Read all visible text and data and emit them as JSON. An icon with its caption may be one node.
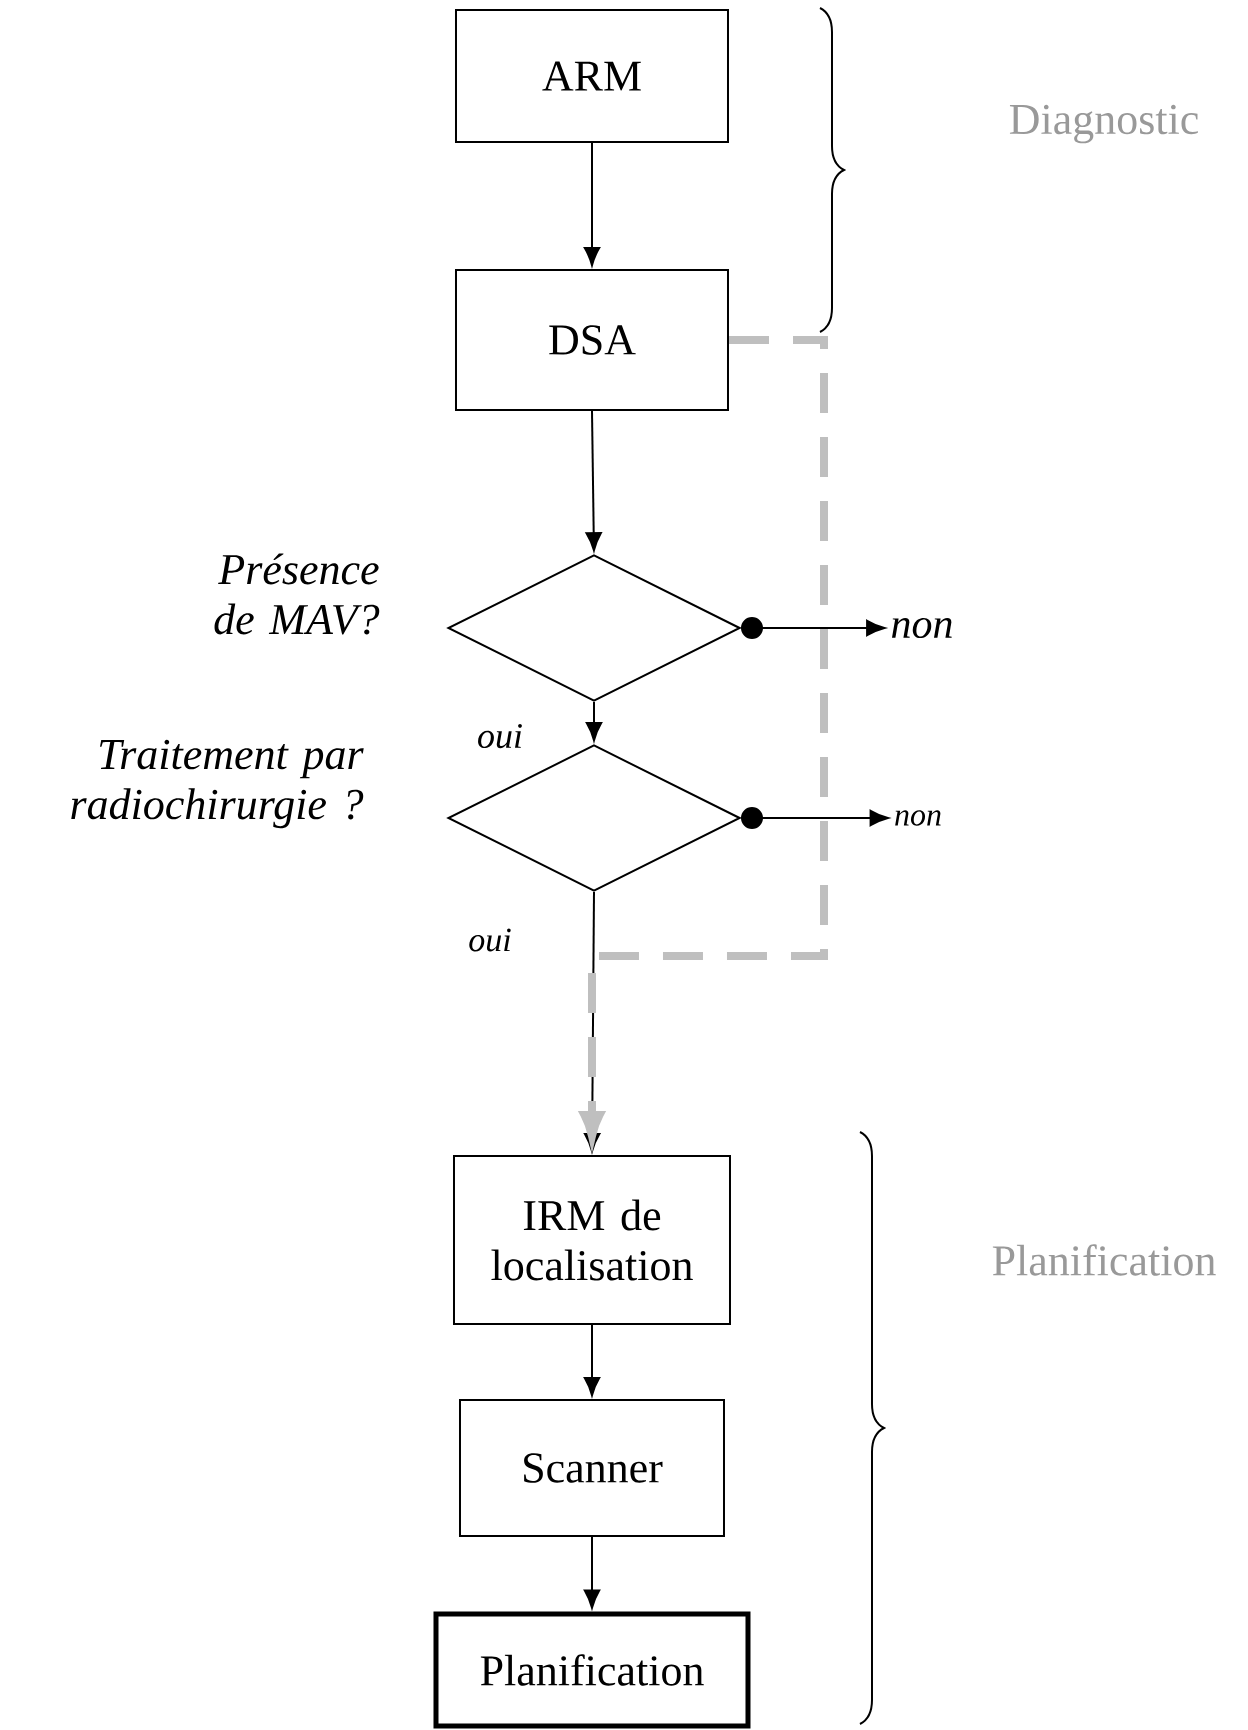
{
  "diagram": {
    "nodes": [
      {
        "text": [
          "ARM"
        ]
      },
      {
        "text": [
          "DSA"
        ]
      },
      {
        "text": [
          "Présence de MAV?"
        ]
      },
      {
        "text": [
          "Traitement par radiochirurgie ?"
        ]
      },
      {
        "text": [
          "non"
        ]
      },
      {
        "text": [
          "non"
        ]
      },
      {
        "text": [
          "IRM de localisation"
        ]
      },
      {
        "text": [
          "Scanner"
        ]
      },
      {
        "text": [
          "Planification"
        ]
      }
    ],
    "edges": [
      {
        "from": 0,
        "to": 1,
        "arrow": "to"
      },
      {
        "from": 1,
        "to": 2,
        "arrow": "to"
      },
      {
        "from": 2,
        "to": 3,
        "arrow": "to",
        "label": "oui"
      },
      {
        "from": 2,
        "to": 4,
        "arrow": "to"
      },
      {
        "from": 3,
        "to": 5,
        "arrow": "to"
      },
      {
        "from": 3,
        "to": 6,
        "arrow": "to",
        "label": "oui"
      },
      {
        "from": 1,
        "to": 6,
        "arrow": "to",
        "style": "dashed",
        "color": "#bfbfbf"
      },
      {
        "from": 6,
        "to": 7,
        "arrow": "to"
      },
      {
        "from": 7,
        "to": 8,
        "arrow": "to"
      }
    ],
    "labels": [
      "Diagnostic",
      "Planification"
    ]
  }
}
